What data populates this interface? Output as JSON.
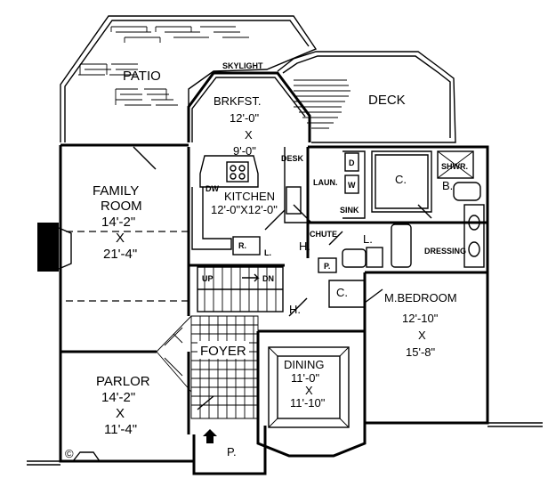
{
  "rooms": {
    "patio": "PATIO",
    "skylight": "SKYLIGHT",
    "deck": "DECK",
    "brkfst": {
      "name": "BRKFST.",
      "w": "12'-0\"",
      "x": "X",
      "d": "9'-0\""
    },
    "desk": "DESK",
    "kitchen": {
      "name": "KITCHEN",
      "size": "12'-0\"X12'-0\""
    },
    "dw": "DW",
    "family": {
      "name1": "FAMILY",
      "name2": "ROOM",
      "w": "14'-2\"",
      "x": "X",
      "d": "21'-4\""
    },
    "laun": "LAUN.",
    "d_box": "D",
    "w_box": "W",
    "sink": "SINK",
    "chute": "CHUTE",
    "closet_c": "C.",
    "shwr": "SHWR.",
    "b": "B.",
    "dressing": "DRESSING",
    "l1": "L.",
    "l2": "L.",
    "h1": "H.",
    "h2": "H.",
    "r": "R.",
    "p_small": "P.",
    "c_small": "C.",
    "up": "UP",
    "dn": "DN",
    "mbed": {
      "name": "M.BEDROOM",
      "w": "12'-10\"",
      "x": "X",
      "d": "15'-8\""
    },
    "foyer": "FOYER",
    "dining": {
      "name": "DINING",
      "w": "11'-0\"",
      "x": "X",
      "d": "11'-10\""
    },
    "parlor": {
      "name": "PARLOR",
      "w": "14'-2\"",
      "x": "X",
      "d": "11'-4\""
    },
    "porch": "P.",
    "copyright": "©"
  }
}
